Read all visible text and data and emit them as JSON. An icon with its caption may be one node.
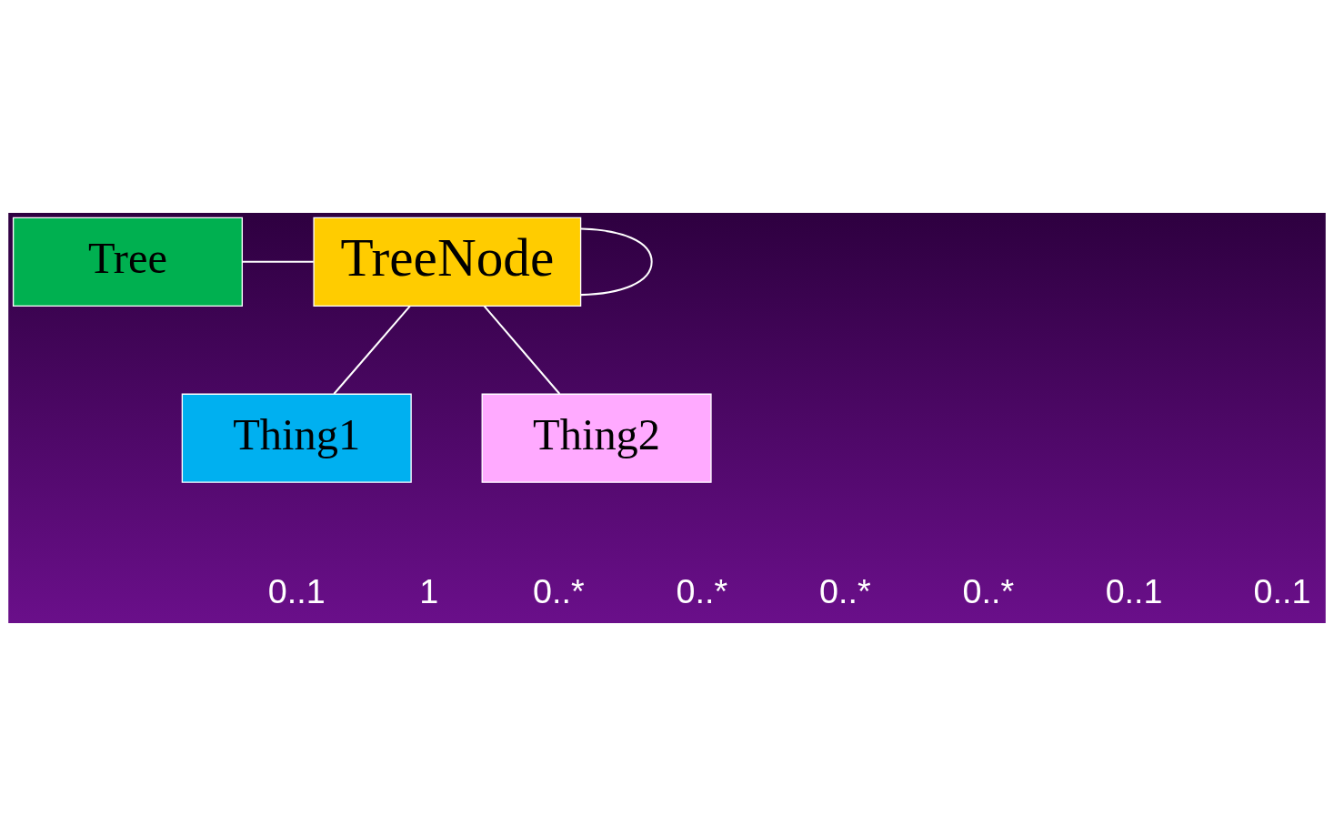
{
  "diagram": {
    "nodes": [
      {
        "text": [
          "Tree"
        ]
      },
      {
        "text": [
          "TreeNode"
        ]
      },
      {
        "text": [
          "Thing1"
        ]
      },
      {
        "text": [
          "Thing2"
        ]
      }
    ],
    "edges": [
      {
        "from": 0,
        "to": 1,
        "arrow": "none"
      },
      {
        "from": 1,
        "to": 1,
        "arrow": "none"
      },
      {
        "from": 1,
        "to": 2,
        "arrow": "none"
      },
      {
        "from": 1,
        "to": 3,
        "arrow": "none"
      }
    ],
    "labels": [
      "0..1",
      "1",
      "0..*",
      "0..*",
      "0..*",
      "0..*",
      "0..1",
      "0..1"
    ]
  }
}
